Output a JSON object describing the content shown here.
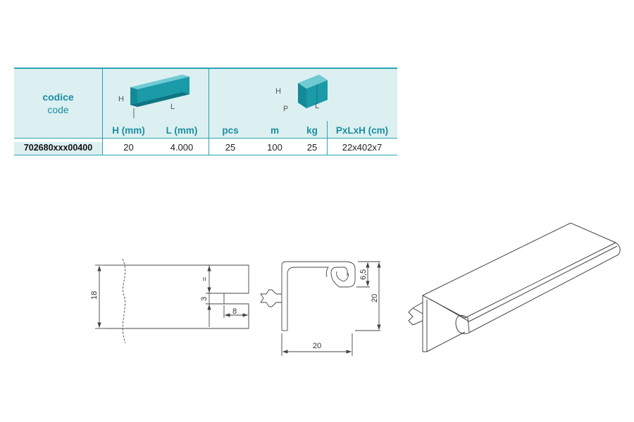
{
  "table": {
    "code_label_it": "codice",
    "code_label_en": "code",
    "profile_labels": {
      "h": "H",
      "l": "L"
    },
    "box_labels": {
      "h": "H",
      "p": "P",
      "l": "L"
    },
    "columns": [
      "H (mm)",
      "L (mm)",
      "pcs",
      "m",
      "kg",
      "PxLxH (cm)"
    ],
    "rows": [
      {
        "code": "702680xxx00400",
        "h": "20",
        "l": "4.000",
        "pcs": "25",
        "m": "100",
        "kg": "25",
        "pxlxh": "22x402x7"
      }
    ],
    "colors": {
      "accent": "#2aa3b3",
      "header_bg": "#dceff1",
      "icon_fill": "#1b9aa8"
    }
  },
  "drawing": {
    "dim_18": "18",
    "dim_eq": "=",
    "dim_3": "3",
    "dim_8": "8",
    "dim_6_5": "6,5",
    "dim_20_height": "20",
    "dim_20_width": "20"
  }
}
